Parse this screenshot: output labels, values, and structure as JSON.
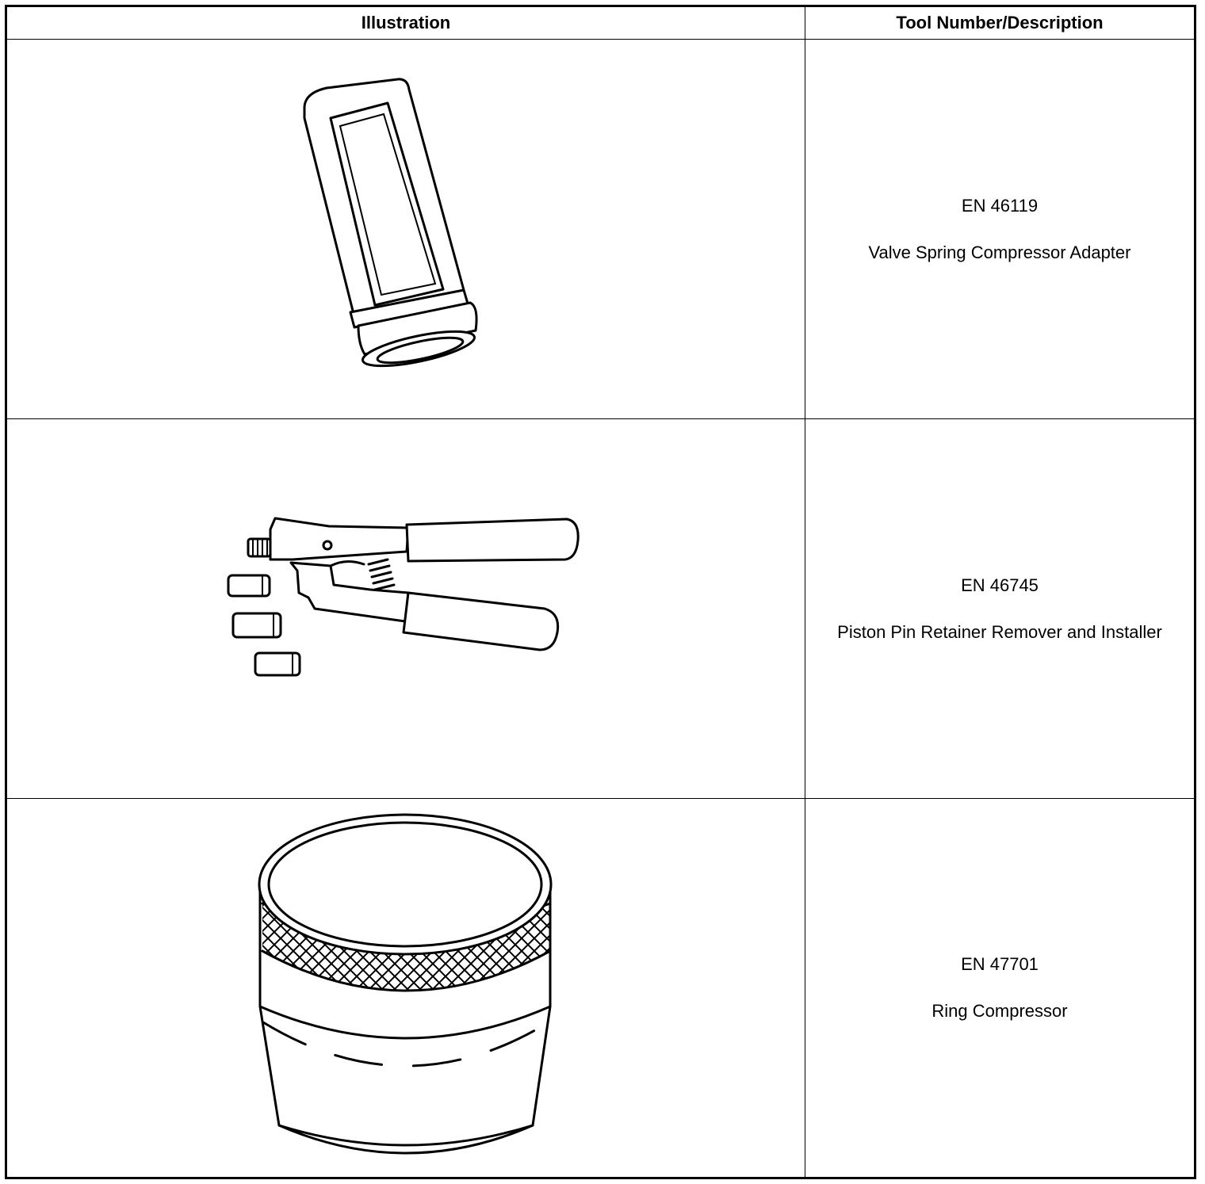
{
  "table": {
    "header_illustration": "Illustration",
    "header_tool": "Tool Number/Description",
    "rows": [
      {
        "tool_number": "EN 46119",
        "description": "Valve Spring Compressor Adapter",
        "icon": "valve-spring-compressor-adapter-illustration"
      },
      {
        "tool_number": "EN 46745",
        "description": "Piston Pin Retainer Remover and Installer",
        "icon": "piston-pin-retainer-tool-illustration"
      },
      {
        "tool_number": "EN 47701",
        "description": "Ring Compressor",
        "icon": "ring-compressor-illustration"
      }
    ]
  }
}
